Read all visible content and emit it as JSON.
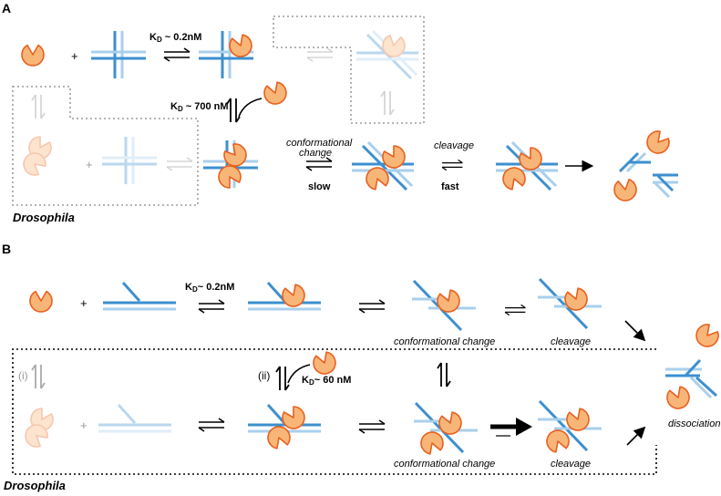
{
  "panels": {
    "a": "A",
    "b": "B"
  },
  "plus": "+",
  "panel_a": {
    "kd_top_prefix": "K",
    "kd_top_sub": "D",
    "kd_top_value": " ~ 0.2nM",
    "kd_mid_prefix": "K",
    "kd_mid_sub": "D",
    "kd_mid_value": "~ 700 nM",
    "conformational_line1": "conformational",
    "conformational_line2": "change",
    "slow": "slow",
    "cleavage": "cleavage",
    "fast": "fast",
    "organism": "Drosophila"
  },
  "panel_b": {
    "kd_top_prefix": "K",
    "kd_top_sub": "D",
    "kd_top_value": "~ 0.2nM",
    "kd_low_prefix": "K",
    "kd_low_sub": "D",
    "kd_low_value": "~ 60 nM",
    "conformational_change_top": "conformational change",
    "cleavage_top": "cleavage",
    "conformational_change_bottom": "conformational change",
    "cleavage_bottom": "cleavage",
    "dissociation": "dissociation",
    "step_i": "(i)",
    "step_ii": "(ii)",
    "organism": "Drosophila"
  },
  "colors": {
    "protein_fill": "#f8b578",
    "protein_edge": "#e8601e",
    "dna_dark": "#3d8fcf",
    "dna_light": "#a9cfec",
    "dashed_box": "#9c9c9c"
  }
}
